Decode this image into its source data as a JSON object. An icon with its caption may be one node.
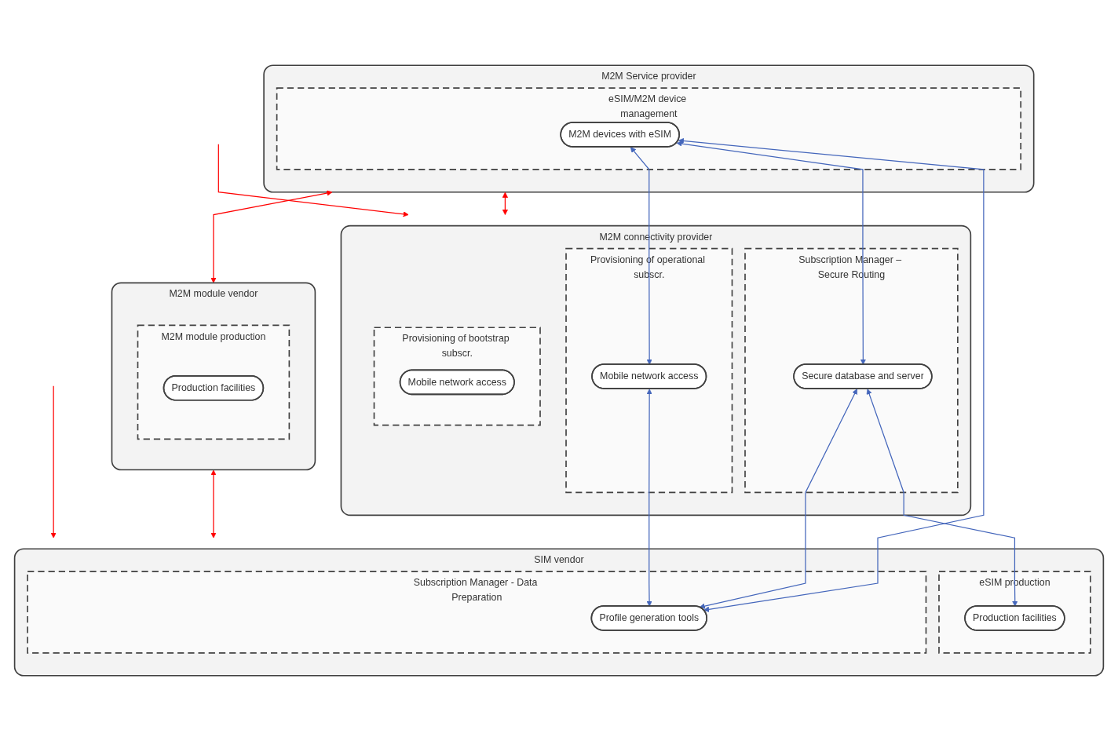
{
  "diagram": {
    "nodes": [
      {
        "text": [
          "M2M Service provider"
        ]
      },
      {
        "text": [
          "eSIM/M2M device management"
        ],
        "in": 0
      },
      {
        "text": [
          "M2M devices with eSIM"
        ],
        "in": 1
      },
      {
        "text": [
          "M2M module vendor"
        ]
      },
      {
        "text": [
          "M2M module production"
        ],
        "in": 3
      },
      {
        "text": [
          "Production facilities"
        ],
        "in": 4
      },
      {
        "text": [
          "M2M connectivity provider"
        ]
      },
      {
        "text": [
          "Subscription Manager – Secure Routing"
        ],
        "in": 6
      },
      {
        "text": [
          "Secure database and server"
        ],
        "in": 7
      },
      {
        "text": [
          "Provisioning of operational subscr."
        ],
        "in": 6
      },
      {
        "text": [
          "Mobile network access"
        ],
        "in": 9
      },
      {
        "text": [
          "SIM vendor"
        ]
      },
      {
        "text": [
          "eSIM production"
        ],
        "in": 11
      },
      {
        "text": [
          "Production facilities"
        ],
        "in": 12
      },
      {
        "text": [
          "Subscription Manager - Data Preparation"
        ],
        "in": 11
      },
      {
        "text": [
          "Profile generation tools"
        ],
        "in": 14
      },
      {
        "text": [
          "Provisioning of bootstrap subscr."
        ],
        "in": 6
      },
      {
        "text": [
          "Mobile network access"
        ],
        "in": 16
      }
    ],
    "edges": [
      {
        "from": 0,
        "to": 3,
        "arrow": "both",
        "color": "#ff0000"
      },
      {
        "from": 0,
        "to": 6,
        "arrow": "both",
        "color": "#ff0000"
      },
      {
        "from": 3,
        "to": 11,
        "arrow": "both",
        "color": "#ff0000"
      },
      {
        "from": null,
        "to": 11,
        "arrow": "to",
        "color": "#ff0000"
      },
      {
        "from": null,
        "to": 6,
        "arrow": "to",
        "color": "#ff0000"
      },
      {
        "from": 2,
        "to": 8,
        "arrow": "both"
      },
      {
        "from": 2,
        "to": 15,
        "arrow": "both"
      },
      {
        "from": 2,
        "to": 10,
        "arrow": "both"
      },
      {
        "from": 8,
        "to": 13,
        "arrow": "both"
      },
      {
        "from": 8,
        "to": 15,
        "arrow": "both"
      },
      {
        "from": 10,
        "to": 15,
        "arrow": "both"
      }
    ]
  }
}
